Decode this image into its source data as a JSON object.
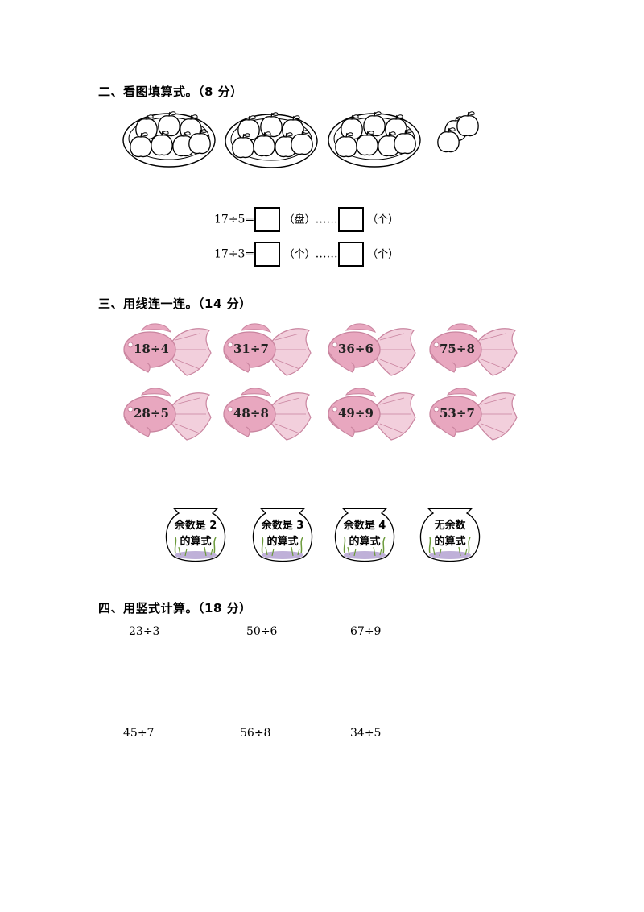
{
  "sections": {
    "two": {
      "title": "二、看图填算式。（8 分）",
      "eq1": {
        "expr": "17÷5=",
        "unit1": "（盘）",
        "dots": "……",
        "unit2": "（个）"
      },
      "eq2": {
        "expr": "17÷3=",
        "unit1": "（个）",
        "dots": "……",
        "unit2": "（个）"
      }
    },
    "three": {
      "title": "三、用线连一连。（14 分）",
      "fish": [
        "18÷4",
        "31÷7",
        "36÷6",
        "75÷8",
        "28÷5",
        "48÷8",
        "49÷9",
        "53÷7"
      ],
      "bowls": [
        {
          "line1": "余数是 2",
          "line2": "的算式"
        },
        {
          "line1": "余数是 3",
          "line2": "的算式"
        },
        {
          "line1": "余数是 4",
          "line2": "的算式"
        },
        {
          "line1": "无余数",
          "line2": "的算式"
        }
      ]
    },
    "four": {
      "title": "四、用竖式计算。（18 分）",
      "calcs": [
        "23÷3",
        "50÷6",
        "67÷9",
        "45÷7",
        "56÷8",
        "34÷5"
      ]
    }
  },
  "colors": {
    "fish": "#e8a7bf",
    "fish_stroke": "#c9849f",
    "bowl_plants": "#6b9a3a",
    "bowl_stones": "#8a6fb8"
  }
}
